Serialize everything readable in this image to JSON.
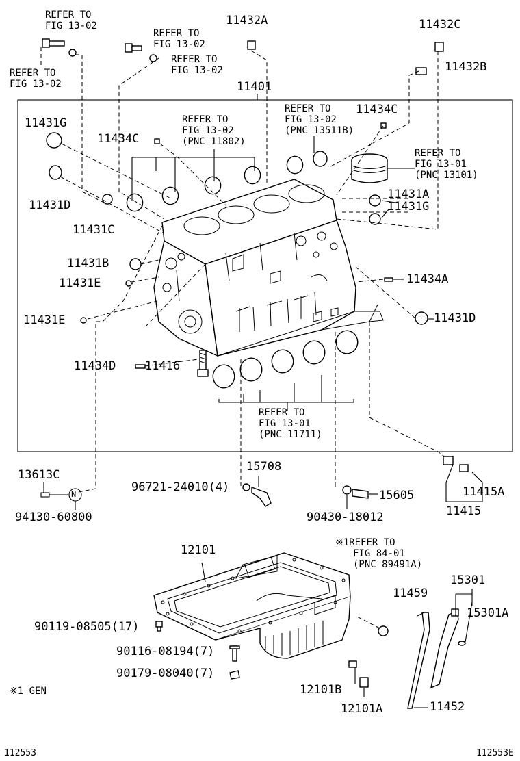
{
  "labels": {
    "p11432A": "11432A",
    "p11432C": "11432C",
    "p11432B": "11432B",
    "p11401": "11401",
    "p11431G_l": "11431G",
    "p11434C_l": "11434C",
    "p11434C_r": "11434C",
    "p11431D_l": "11431D",
    "p11431C": "11431C",
    "p11431A": "11431A",
    "p11431G_r": "11431G",
    "p11431B": "11431B",
    "p11431E_a": "11431E",
    "p11431E_b": "11431E",
    "p11434A": "11434A",
    "p11431D_r": "11431D",
    "p11434D": "11434D",
    "p11416": "11416",
    "p13613C": "13613C",
    "p94130": "94130-60800",
    "p96721": "96721-24010(4)",
    "p15708": "15708",
    "p15605": "15605",
    "p90430": "90430-18012",
    "p11415A": "11415A",
    "p11415": "11415",
    "p12101": "12101",
    "p90119": "90119-08505(17)",
    "p90116": "90116-08194(7)",
    "p90179": "90179-08040(7)",
    "p12101B": "12101B",
    "p12101A": "12101A",
    "p11459": "11459",
    "p15301": "15301",
    "p15301A": "15301A",
    "p11452": "11452"
  },
  "refs": {
    "r1": [
      "REFER TO",
      "FIG 13-02"
    ],
    "r2": [
      "REFER TO",
      "FIG 13-02"
    ],
    "r3": [
      "REFER TO",
      "FIG 13-02"
    ],
    "r4": [
      "REFER TO",
      "FIG 13-02"
    ],
    "r5": [
      "REFER TO",
      "FIG 13-02",
      "(PNC 11802)"
    ],
    "r6": [
      "REFER TO",
      "FIG 13-02",
      "(PNC 13511B)"
    ],
    "r7": [
      "REFER TO",
      "FIG 13-01",
      "(PNC 13101)"
    ],
    "r8": [
      "REFER TO",
      "FIG 13-01",
      "(PNC 11711)"
    ],
    "r9": [
      "※1REFER TO",
      "FIG 84-01",
      "(PNC 89491A)"
    ]
  },
  "footnote": "※1 GEN",
  "circle_mark": "N",
  "footer": {
    "left": "112553",
    "right": "112553E"
  }
}
